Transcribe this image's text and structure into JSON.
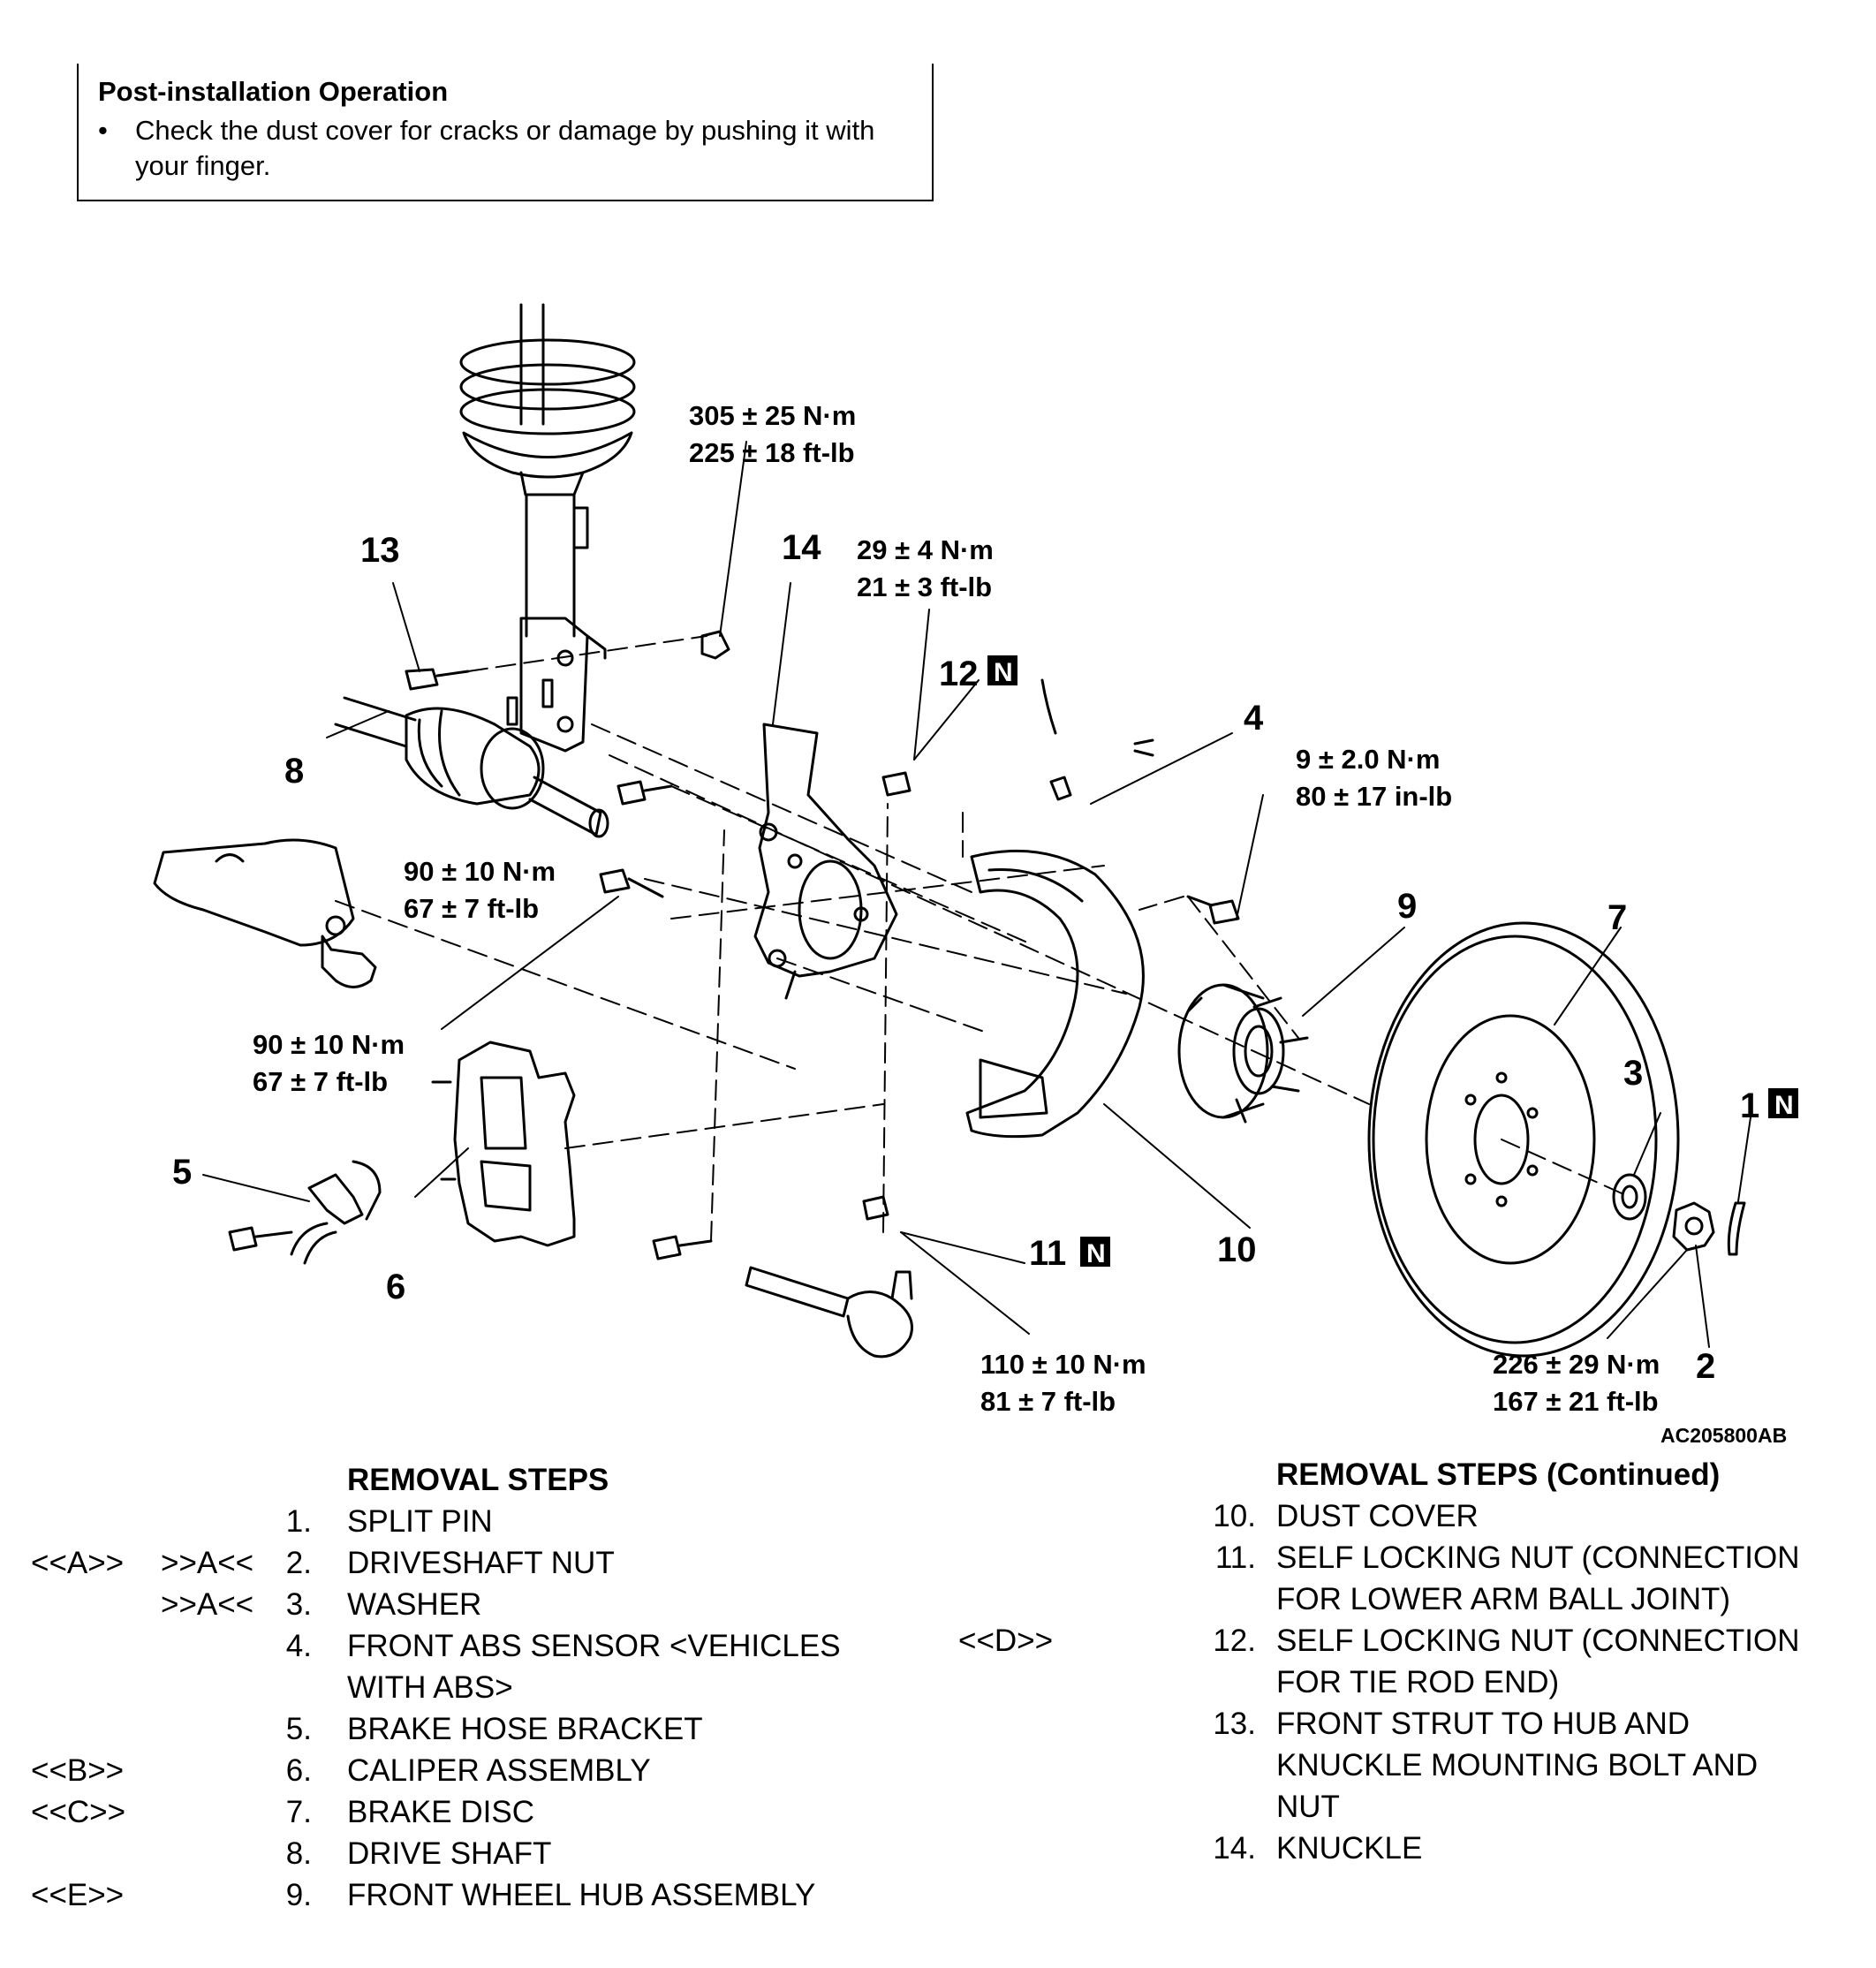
{
  "note": {
    "title": "Post-installation Operation",
    "bullet": "Check the dust cover for cracks or damage by pushing it with your finger."
  },
  "diagram": {
    "figure_id": "AC205800AB",
    "callouts": {
      "c1": "1",
      "c2": "2",
      "c3": "3",
      "c4": "4",
      "c5": "5",
      "c6": "6",
      "c7": "7",
      "c8": "8",
      "c9": "9",
      "c10": "10",
      "c11": "11",
      "c12": "12",
      "c13": "13",
      "c14": "14",
      "n_mark": "N"
    },
    "torques": {
      "strut_nm": "305 ± 25 N·m",
      "strut_ft": "225 ± 18 ft-lb",
      "nut12_nm": "29 ± 4 N·m",
      "nut12_ft": "21 ± 3 ft-lb",
      "abs_nm": "9 ± 2.0 N·m",
      "abs_in": "80 ± 17 in-lb",
      "upper_nm": "90 ± 10 N·m",
      "upper_ft": "67 ± 7 ft-lb",
      "lower_nm": "90 ± 10 N·m",
      "lower_ft": "67 ± 7 ft-lb",
      "nut11_nm": "110 ± 10 N·m",
      "nut11_ft": "81 ± 7 ft-lb",
      "shaftnut_nm": "226 ± 29 N·m",
      "shaftnut_ft": "167 ± 21 ft-lb"
    }
  },
  "removal_left": {
    "title": "REMOVAL STEPS",
    "rows": [
      {
        "tag1": "",
        "tag2": "",
        "num": "1.",
        "label": "SPLIT PIN"
      },
      {
        "tag1": "<<A>>",
        "tag2": ">>A<<",
        "num": "2.",
        "label": "DRIVESHAFT NUT"
      },
      {
        "tag1": "",
        "tag2": ">>A<<",
        "num": "3.",
        "label": "WASHER"
      },
      {
        "tag1": "",
        "tag2": "",
        "num": "4.",
        "label": "FRONT ABS SENSOR <VEHICLES"
      },
      {
        "tag1": "",
        "tag2": "",
        "num": "",
        "label": "WITH ABS>"
      },
      {
        "tag1": "",
        "tag2": "",
        "num": "5.",
        "label": "BRAKE HOSE BRACKET"
      },
      {
        "tag1": "<<B>>",
        "tag2": "",
        "num": "6.",
        "label": "CALIPER ASSEMBLY"
      },
      {
        "tag1": "<<C>>",
        "tag2": "",
        "num": "7.",
        "label": "BRAKE DISC"
      },
      {
        "tag1": "",
        "tag2": "",
        "num": "8.",
        "label": "DRIVE SHAFT"
      },
      {
        "tag1": "<<E>>",
        "tag2": "",
        "num": "9.",
        "label": "FRONT WHEEL HUB ASSEMBLY"
      }
    ]
  },
  "removal_right": {
    "title": "REMOVAL STEPS  (Continued)",
    "rows": [
      {
        "tag": "",
        "num": "10.",
        "label": "DUST COVER"
      },
      {
        "tag": "",
        "num": "11.",
        "label": "SELF LOCKING NUT (CONNECTION"
      },
      {
        "tag": "",
        "num": "",
        "label": "FOR LOWER ARM BALL JOINT)"
      },
      {
        "tag": "<<D>>",
        "num": "12.",
        "label": "SELF LOCKING NUT (CONNECTION"
      },
      {
        "tag": "",
        "num": "",
        "label": "FOR TIE ROD END)"
      },
      {
        "tag": "",
        "num": "13.",
        "label": "FRONT STRUT TO HUB AND"
      },
      {
        "tag": "",
        "num": "",
        "label": "KNUCKLE MOUNTING BOLT AND"
      },
      {
        "tag": "",
        "num": "",
        "label": "NUT"
      },
      {
        "tag": "",
        "num": "14.",
        "label": "KNUCKLE"
      }
    ]
  }
}
